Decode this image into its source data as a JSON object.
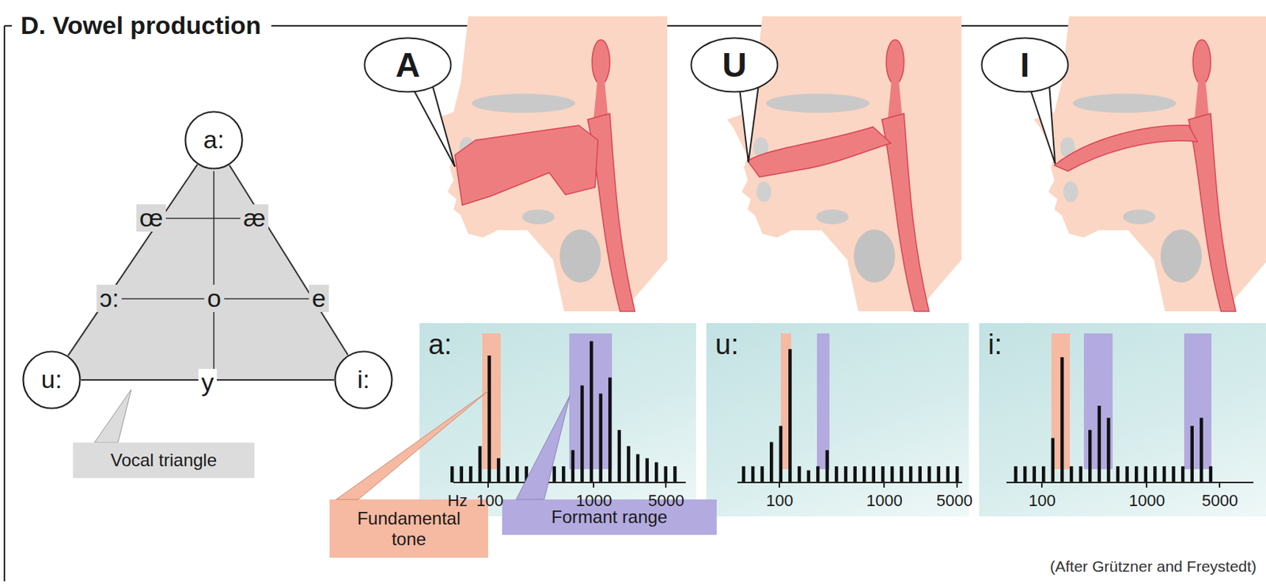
{
  "diagram": {
    "title": "D. Vowel production",
    "caption": "(After Grützner and Freystedt)",
    "nodes": [
      {
        "text": [
          "a:"
        ]
      },
      {
        "text": [
          "u:"
        ]
      },
      {
        "text": [
          "i:"
        ]
      },
      {
        "text": [
          "Vocal triangle"
        ]
      },
      {
        "text": [
          "A"
        ]
      },
      {
        "text": [
          "U"
        ]
      },
      {
        "text": [
          "I"
        ]
      },
      {
        "text": [
          "a:"
        ]
      },
      {
        "text": [
          "u:"
        ]
      },
      {
        "text": [
          "i:"
        ]
      },
      {
        "text": [
          "Fundamental tone"
        ]
      },
      {
        "text": [
          "Formant range"
        ]
      }
    ],
    "edges": [
      {
        "from": 0,
        "to": 1,
        "arrow": "none"
      },
      {
        "from": 0,
        "to": 2,
        "arrow": "none"
      },
      {
        "from": 1,
        "to": 2,
        "label": "y",
        "arrow": "none"
      }
    ],
    "labels": [
      "œ",
      "æ",
      "ɔ:",
      "o",
      "e",
      "Hz",
      "100",
      "1000",
      "5000",
      "100",
      "1000",
      "5000",
      "100",
      "1000",
      "5000"
    ]
  }
}
